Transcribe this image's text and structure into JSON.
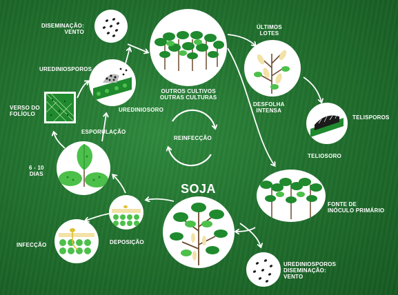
{
  "title": "SOJA",
  "labels": {
    "dissem_wind_top_1": "DISEMINAÇÃO:",
    "dissem_wind_top_2": "VENTO",
    "urediniosporos_left": "UREDINIOSPOROS",
    "uredinioso_left": "UREDINIOSORO",
    "verso_1": "VERSO DO",
    "verso_2": "FOLÍOLO",
    "esporulacao": "ESPORULAÇÃO",
    "dias_1": "6 - 10",
    "dias_2": "DIAS",
    "reinfeccao": "REINFECÇÃO",
    "outros_1": "OUTROS CULTIVOS",
    "outros_2": "OUTRAS CULTURAS",
    "ultimos_1": "ÚLTIMOS",
    "ultimos_2": "LOTES",
    "desfolha_1": "DESFOLHA",
    "desfolha_2": "INTENSA",
    "telisporos": "TELISPOROS",
    "teliosoro": "TELIOSORO",
    "fonte_1": "FONTE DE",
    "fonte_2": "INÓCULO PRIMÁRIO",
    "deposicao": "DEPOSIÇÃO",
    "infeccao": "INFECÇÃO",
    "ured_bottom_1": "UREDINIOSPOROS",
    "ured_bottom_2": "DISEMINAÇÃO:",
    "ured_bottom_3": "VENTO"
  },
  "colors": {
    "background": "#22722f",
    "leaf_dark": "#1f8a2e",
    "leaf_light": "#4cc04a",
    "spore_dark": "#1b1b1b",
    "stem_brown": "#6b4a2f",
    "pod_cream": "#f2e2a8",
    "arrow": "#ffffff"
  }
}
